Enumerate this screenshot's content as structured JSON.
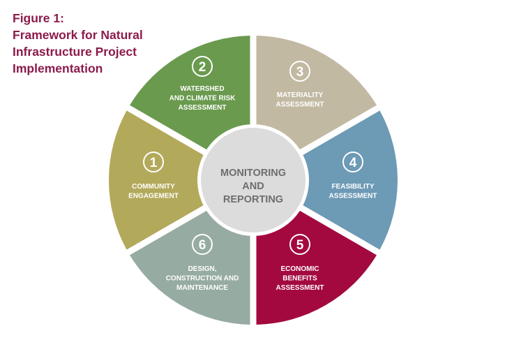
{
  "figure": {
    "label": "Figure 1:",
    "title_lines": [
      "Framework for Natural",
      "Infrastructure Project",
      "Implementation"
    ]
  },
  "center": {
    "lines": [
      "MONITORING",
      "AND",
      "REPORTING"
    ],
    "fill": "#dcdcdc",
    "text_color": "#6e6e6e"
  },
  "segments": [
    {
      "number": "1",
      "lines": [
        "COMMUNITY",
        "ENGAGEMENT"
      ],
      "color": "#b3a95b",
      "icon": "numbered-circle"
    },
    {
      "number": "2",
      "lines": [
        "WATERSHED",
        "AND CLIMATE RISK",
        "ASSESSMENT"
      ],
      "color": "#6a9a4e",
      "icon": "numbered-circle"
    },
    {
      "number": "3",
      "lines": [
        "MATERIALITY",
        "ASSESSMENT"
      ],
      "color": "#c2b9a3",
      "icon": "numbered-circle"
    },
    {
      "number": "4",
      "lines": [
        "FEASIBILITY",
        "ASSESSMENT"
      ],
      "color": "#6d9ab5",
      "icon": "numbered-circle"
    },
    {
      "number": "5",
      "lines": [
        "ECONOMIC",
        "BENEFITS",
        "ASSESSMENT"
      ],
      "color": "#a3093f",
      "icon": "numbered-circle"
    },
    {
      "number": "6",
      "lines": [
        "DESIGN,",
        "CONSTRUCTION AND",
        "MAINTENANCE"
      ],
      "color": "#96aba1",
      "icon": "numbered-circle"
    }
  ]
}
